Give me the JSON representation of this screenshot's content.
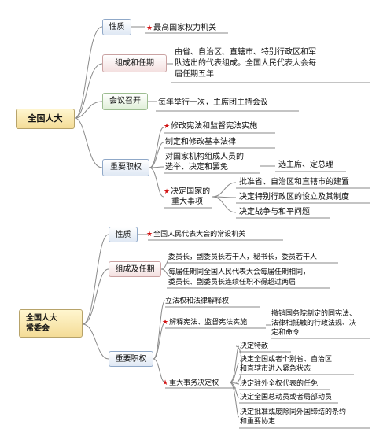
{
  "upper": {
    "root": "全国人大",
    "nature_label": "性质",
    "nature_text": "最高国家权力机关",
    "composition_label": "组成和任期",
    "composition_lines": [
      "由省、自治区、直辖市、特别行政区和军",
      "队选出的代表组成。全国人民代表大会每",
      "届任期五年"
    ],
    "meeting_label": "会议召开",
    "meeting_text": "每年举行一次，主席团主持会议",
    "powers_label": "重要职权",
    "powers": {
      "amend": "修改宪法和监督宪法实施",
      "enact": "制定和修改基本法律",
      "elect_lines": [
        "对国家机构组成人员的",
        "选举、决定和罢免"
      ],
      "elect_detail": "选主席、定总理",
      "decide_lines": [
        "决定国家的",
        "重大事项"
      ],
      "decide_items": [
        "批准省、自治区和直辖市的建置",
        "决定特别行政区的设立及其制度",
        "决定战争与和平问题"
      ]
    }
  },
  "lower": {
    "root_lines": [
      "全国人大",
      "常委会"
    ],
    "nature_label": "性质",
    "nature_text": "全国人民代表大会的常设机关",
    "composition_label": "组成及任期",
    "composition_line1": "委员长，副委员长若干人，秘书长，委员若干人",
    "composition_lines2": [
      "每届任期同全国人民代表大会每届任期相同，",
      "委员长、副委员长连续任职不得超过两届"
    ],
    "powers_label": "重要职权",
    "powers": {
      "legislate": "立法权和法律解释权",
      "interpret": "解释宪法、监督宪法实施",
      "interpret_lines": [
        "撤销国务院制定的同宪法、",
        "法律相抵触的行政法规、决",
        "定和命令"
      ],
      "decide_label": "重大事务决定权",
      "decide_items": [
        [
          "决定特赦"
        ],
        [
          "决定全国或者个别省、自治区",
          "和直辖市进入紧急状态"
        ],
        [
          "决定驻外全权代表的任免"
        ],
        [
          "决定全国总动员或者局部动员"
        ],
        [
          "决定批准或废除同外国缔结的条约",
          "和重要协定"
        ]
      ]
    }
  }
}
